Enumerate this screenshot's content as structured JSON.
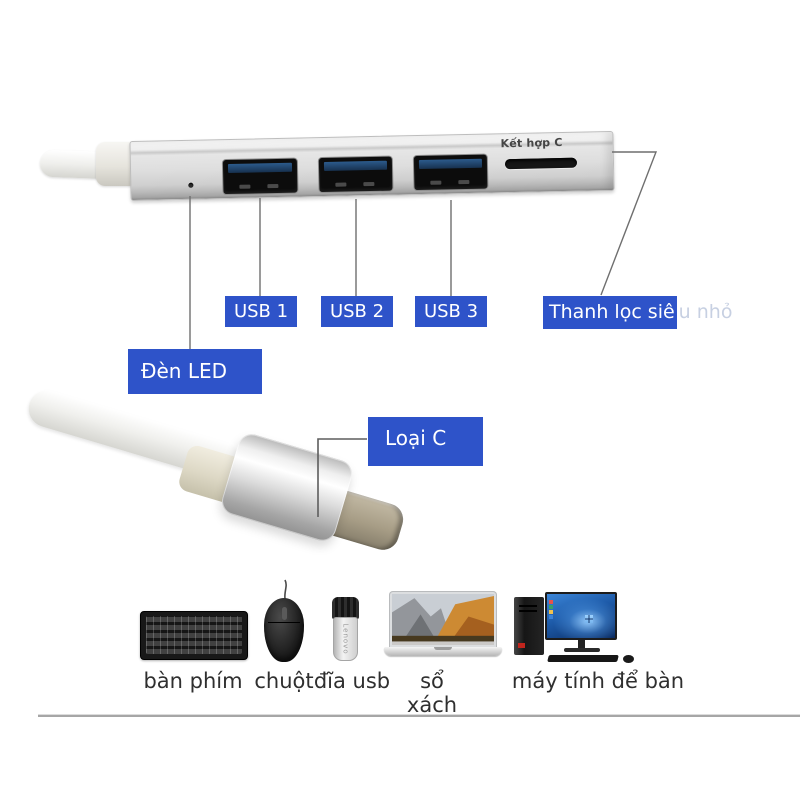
{
  "colors": {
    "label_blue": "#2e53c9",
    "label_text": "#ffffff",
    "label_text_muted": "#c7d0e2",
    "callout_line": "#6f6f6f"
  },
  "hub": {
    "printed_label": "Kết hợp C"
  },
  "callouts": {
    "usb1": "USB 1",
    "usb2": "USB 2",
    "usb3": "USB 3",
    "card_reader_full": "Thanh lọc siêu nhỏ",
    "card_reader_on_badge": "Thanh lọc siê",
    "card_reader_overflow": "u nhỏ",
    "led": "Đèn LED",
    "type_c": "Loại C"
  },
  "devices": {
    "keyboard": {
      "label": "bàn phím"
    },
    "mouse": {
      "label": "chuột"
    },
    "usb_drive": {
      "label": "đĩa usb",
      "brand": "Lenovo"
    },
    "laptop": {
      "label": "sổ xách"
    },
    "desktop": {
      "label": "máy tính để bàn"
    }
  }
}
